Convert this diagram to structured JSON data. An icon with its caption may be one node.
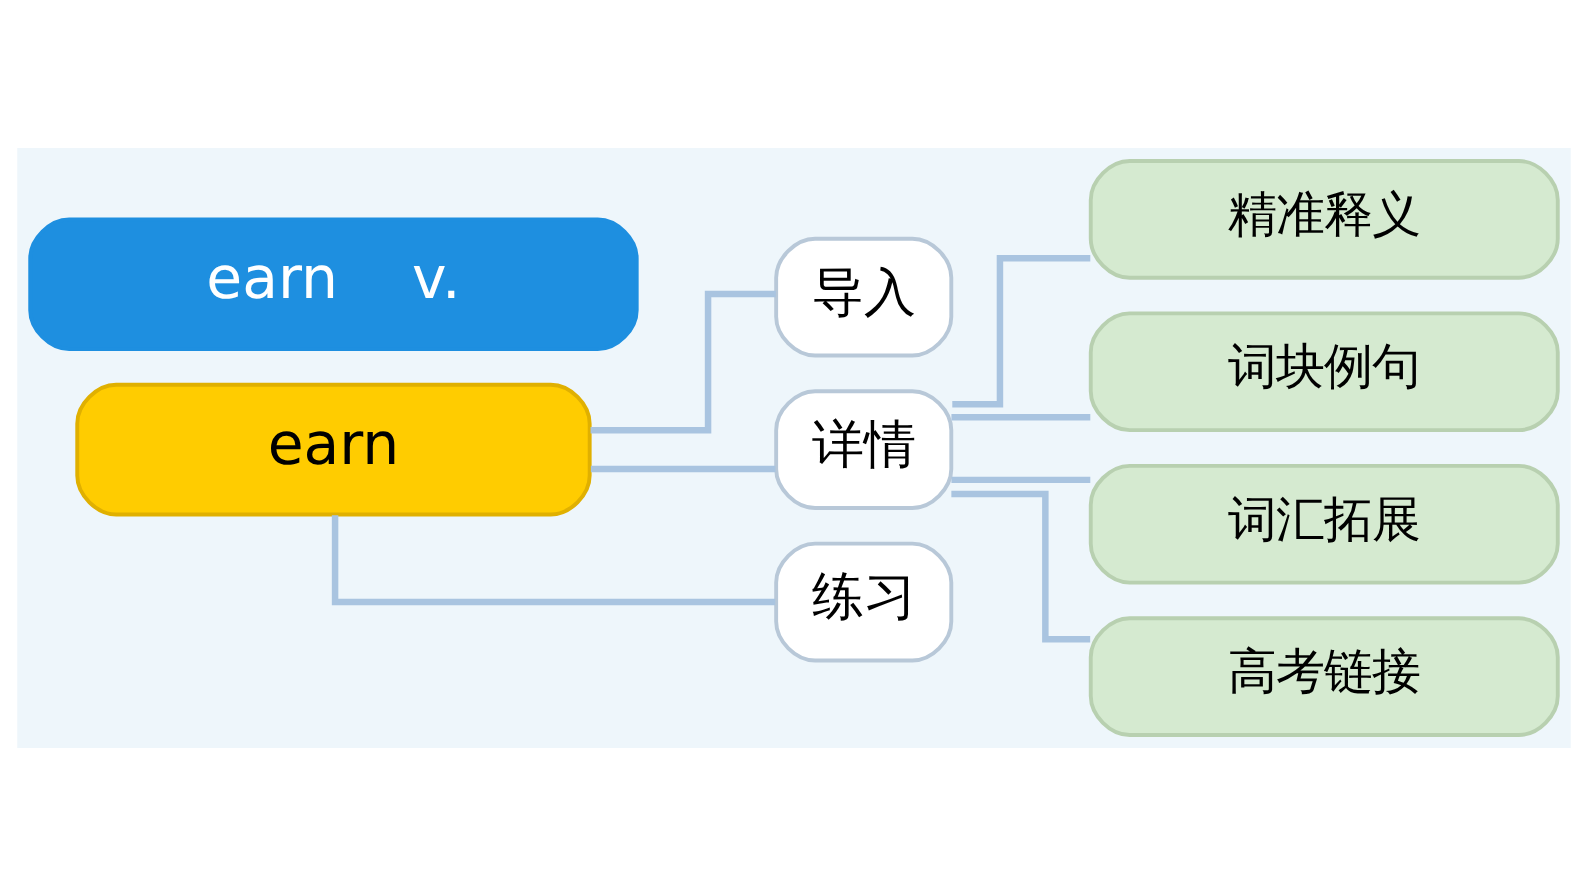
{
  "diagram": {
    "nodes": [
      {
        "text": [
          "earn    v."
        ]
      },
      {
        "text": [
          "earn"
        ]
      },
      {
        "text": [
          "导入"
        ]
      },
      {
        "text": [
          "详情"
        ]
      },
      {
        "text": [
          "练习"
        ]
      },
      {
        "text": [
          "精准释义"
        ]
      },
      {
        "text": [
          "词块例句"
        ]
      },
      {
        "text": [
          "词汇拓展"
        ]
      },
      {
        "text": [
          "高考链接"
        ]
      }
    ],
    "edges": [
      {
        "from": 1,
        "to": 2,
        "arrow": "none"
      },
      {
        "from": 1,
        "to": 3,
        "arrow": "none"
      },
      {
        "from": 1,
        "to": 4,
        "arrow": "none"
      },
      {
        "from": 3,
        "to": 5,
        "arrow": "none"
      },
      {
        "from": 3,
        "to": 6,
        "arrow": "none"
      },
      {
        "from": 3,
        "to": 7,
        "arrow": "none"
      },
      {
        "from": 3,
        "to": 8,
        "arrow": "none"
      }
    ]
  }
}
